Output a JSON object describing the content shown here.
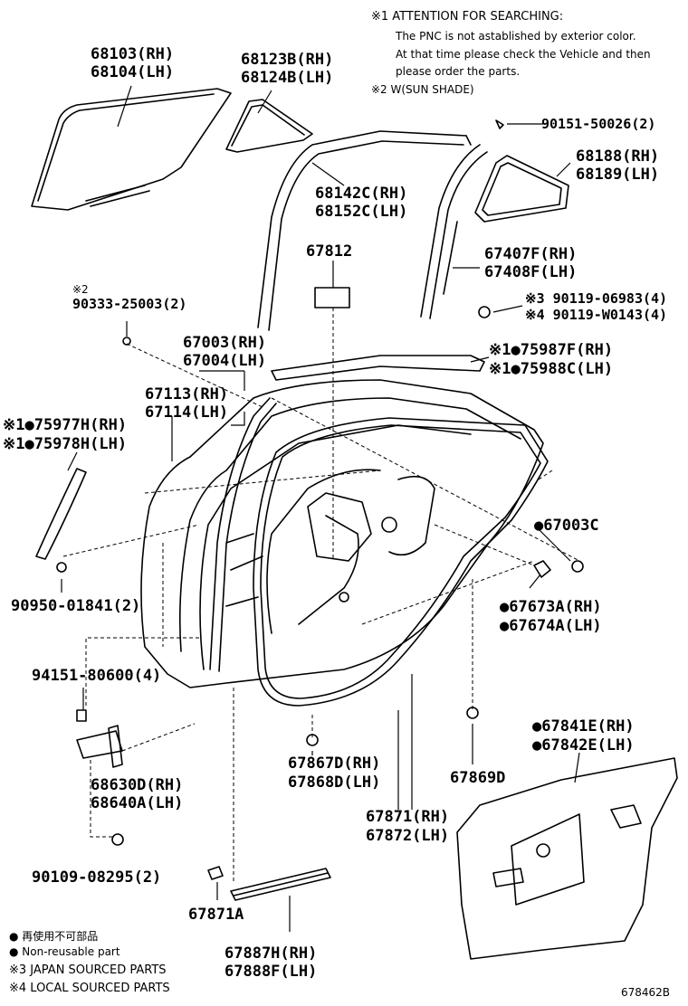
{
  "notes": {
    "note1_title": "※1 ATTENTION FOR SEARCHING:",
    "note1_line1": "The PNC is not astablished by exterior color.",
    "note1_line2": "At that time please check the Vehicle and then",
    "note1_line3": "please order the parts.",
    "note2": "※2 W(SUN SHADE)"
  },
  "parts": {
    "p68103": "68103(RH)",
    "p68104": "68104(LH)",
    "p68123B": "68123B(RH)",
    "p68124B": "68124B(LH)",
    "p90151": "90151-50026(2)",
    "p68188": "68188(RH)",
    "p68189": "68189(LH)",
    "p68142C": "68142C(RH)",
    "p68152C": "68152C(LH)",
    "p67812": "67812",
    "p67407F": "67407F(RH)",
    "p67408F": "67408F(LH)",
    "p90333_mark": "※2",
    "p90333": "90333-25003(2)",
    "p90119a": "※3 90119-06983(4)",
    "p90119b": "※4 90119-W0143(4)",
    "p67003": "67003(RH)",
    "p67004": "67004(LH)",
    "p75987F": "※1●75987F(RH)",
    "p75988C": "※1●75988C(LH)",
    "p67113": "67113(RH)",
    "p67114": "67114(LH)",
    "p75977H": "※1●75977H(RH)",
    "p75978H": "※1●75978H(LH)",
    "p67003C": "●67003C",
    "p90950": "90950-01841(2)",
    "p67673A": "●67673A(RH)",
    "p67674A": "●67674A(LH)",
    "p94151": "94151-80600(4)",
    "p67841E": "●67841E(RH)",
    "p67842E": "●67842E(LH)",
    "p68630D": "68630D(RH)",
    "p68640A": "68640A(LH)",
    "p67867D": "67867D(RH)",
    "p67868D": "67868D(LH)",
    "p67869D": "67869D",
    "p67871": "67871(RH)",
    "p67872": "67872(LH)",
    "p90109": "90109-08295(2)",
    "p67871A": "67871A",
    "p67887H": "67887H(RH)",
    "p67888F": "67888F(LH)"
  },
  "legend": {
    "l1": "● 再使用不可部品",
    "l2": "● Non-reusable part",
    "l3": "※3 JAPAN SOURCED PARTS",
    "l4": "※4 LOCAL SOURCED PARTS"
  },
  "diagram_id": "678462B"
}
